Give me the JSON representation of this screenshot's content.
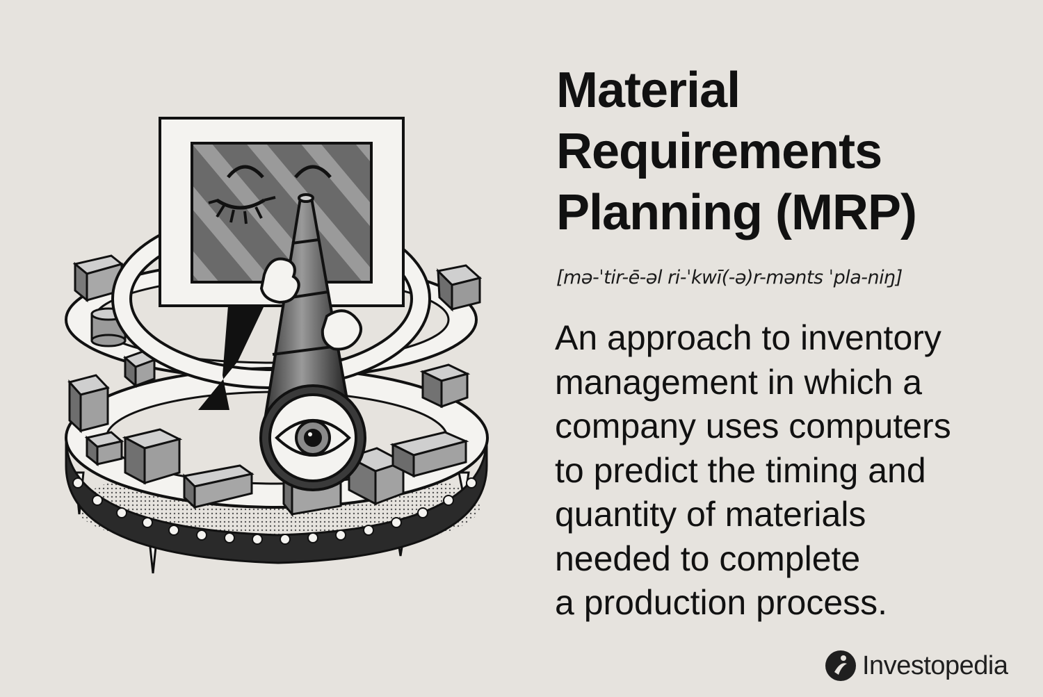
{
  "title": {
    "lines": [
      "Material",
      "Requirements",
      "Planning (MRP)"
    ]
  },
  "pronunciation": "[mə-ˈtir-ē-əl ri-ˈkwī(-ə)r-mənts ˈpla-niŋ]",
  "definition": {
    "lines": [
      "An approach to inventory",
      "management in which a",
      "company uses computers",
      "to predict the timing and",
      "quantity of materials",
      "needed to complete",
      "a production process."
    ]
  },
  "brand": {
    "name": "Investopedia",
    "icon": "investopedia-logo-icon"
  },
  "illustration": {
    "description_icon": "mrp-illustration",
    "colors": {
      "background": "#e6e3de",
      "ink": "#111111",
      "gray": "#8e8e8e",
      "light": "#f4f3f0"
    }
  }
}
